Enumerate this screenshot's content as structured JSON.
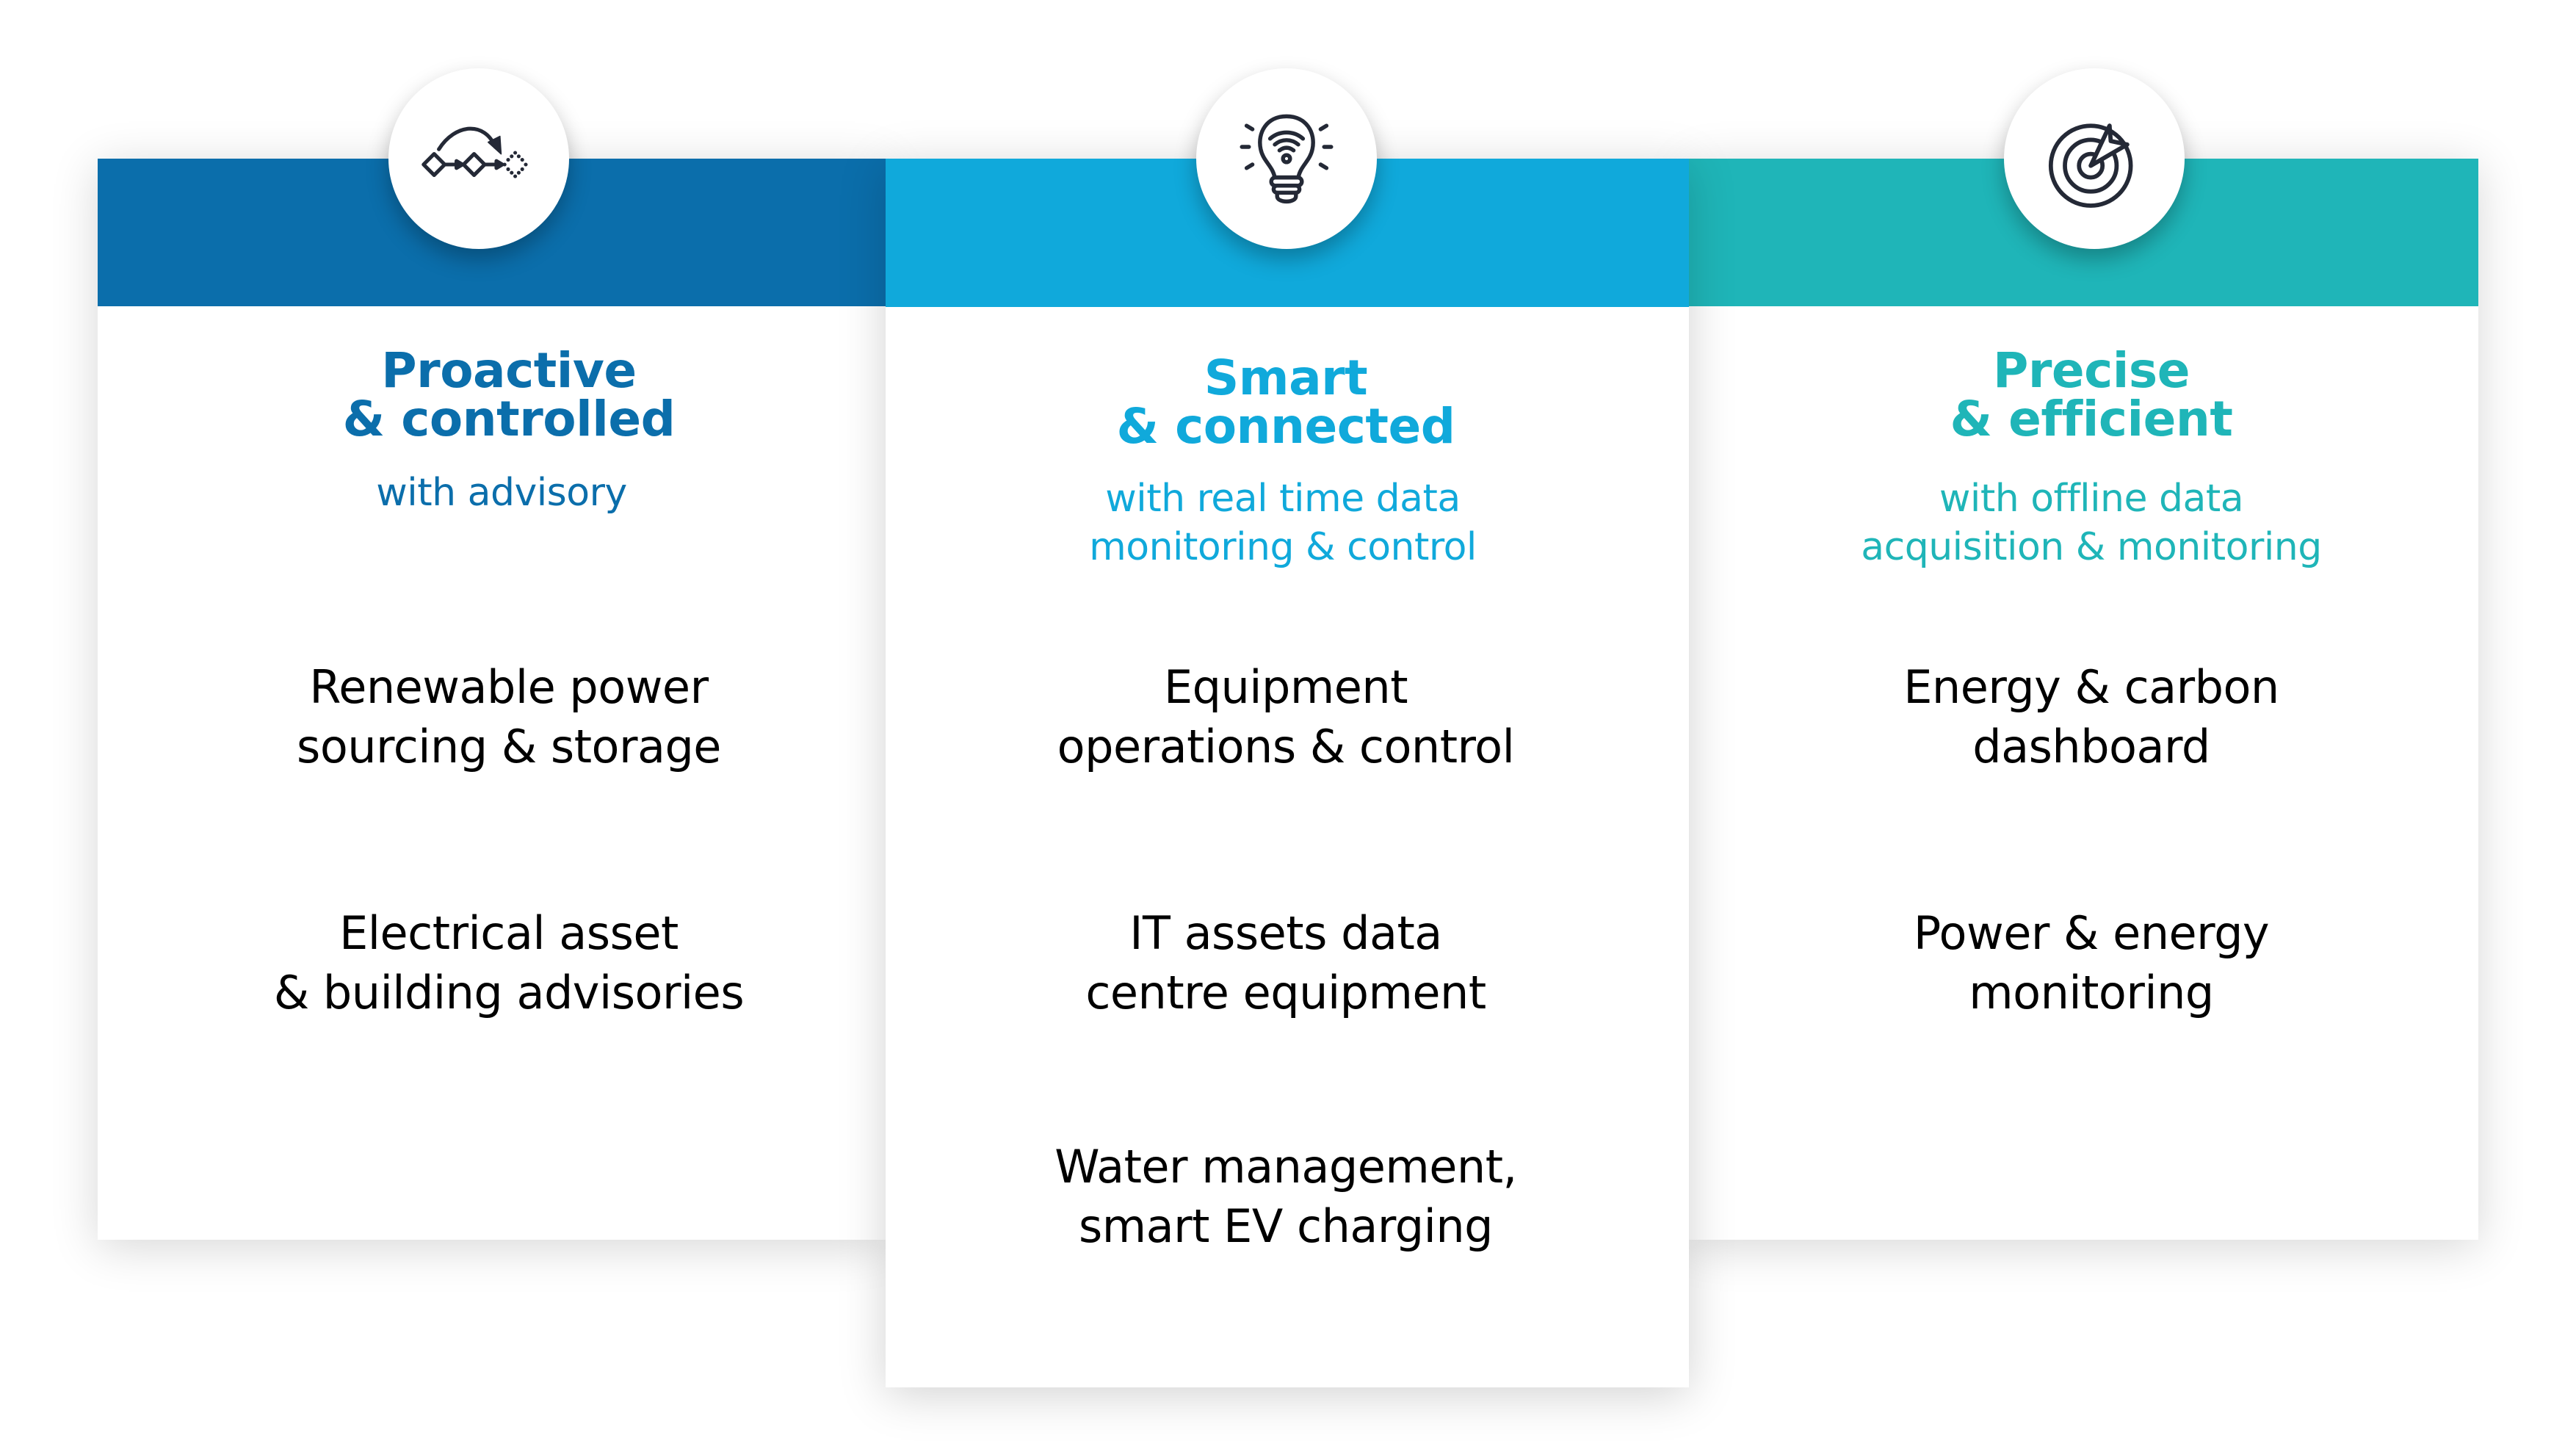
{
  "colors": {
    "card1_accent": "#0b6eab",
    "card2_accent": "#10a9db",
    "card3_accent": "#1fb5b8",
    "body_text": "#000000",
    "icon_stroke": "#242936"
  },
  "cards": [
    {
      "icon": "process-flow-icon",
      "title": [
        "Proactive",
        "& controlled"
      ],
      "subtitle": [
        "with advisory"
      ],
      "items": [
        [
          "Renewable power",
          "sourcing & storage"
        ],
        [
          "Electrical asset",
          "& building advisories"
        ]
      ]
    },
    {
      "icon": "smart-lightbulb-wifi-icon",
      "title": [
        "Smart",
        "& connected"
      ],
      "subtitle": [
        "with real time data",
        "monitoring & control"
      ],
      "items": [
        [
          "Equipment",
          "operations & control"
        ],
        [
          "IT assets data",
          "centre equipment"
        ],
        [
          "Water management,",
          "smart EV charging"
        ]
      ]
    },
    {
      "icon": "target-icon",
      "title": [
        "Precise",
        "& efficient"
      ],
      "subtitle": [
        "with offline data",
        "acquisition & monitoring"
      ],
      "items": [
        [
          "Energy & carbon",
          "dashboard"
        ],
        [
          "Power & energy",
          "monitoring"
        ]
      ]
    }
  ]
}
